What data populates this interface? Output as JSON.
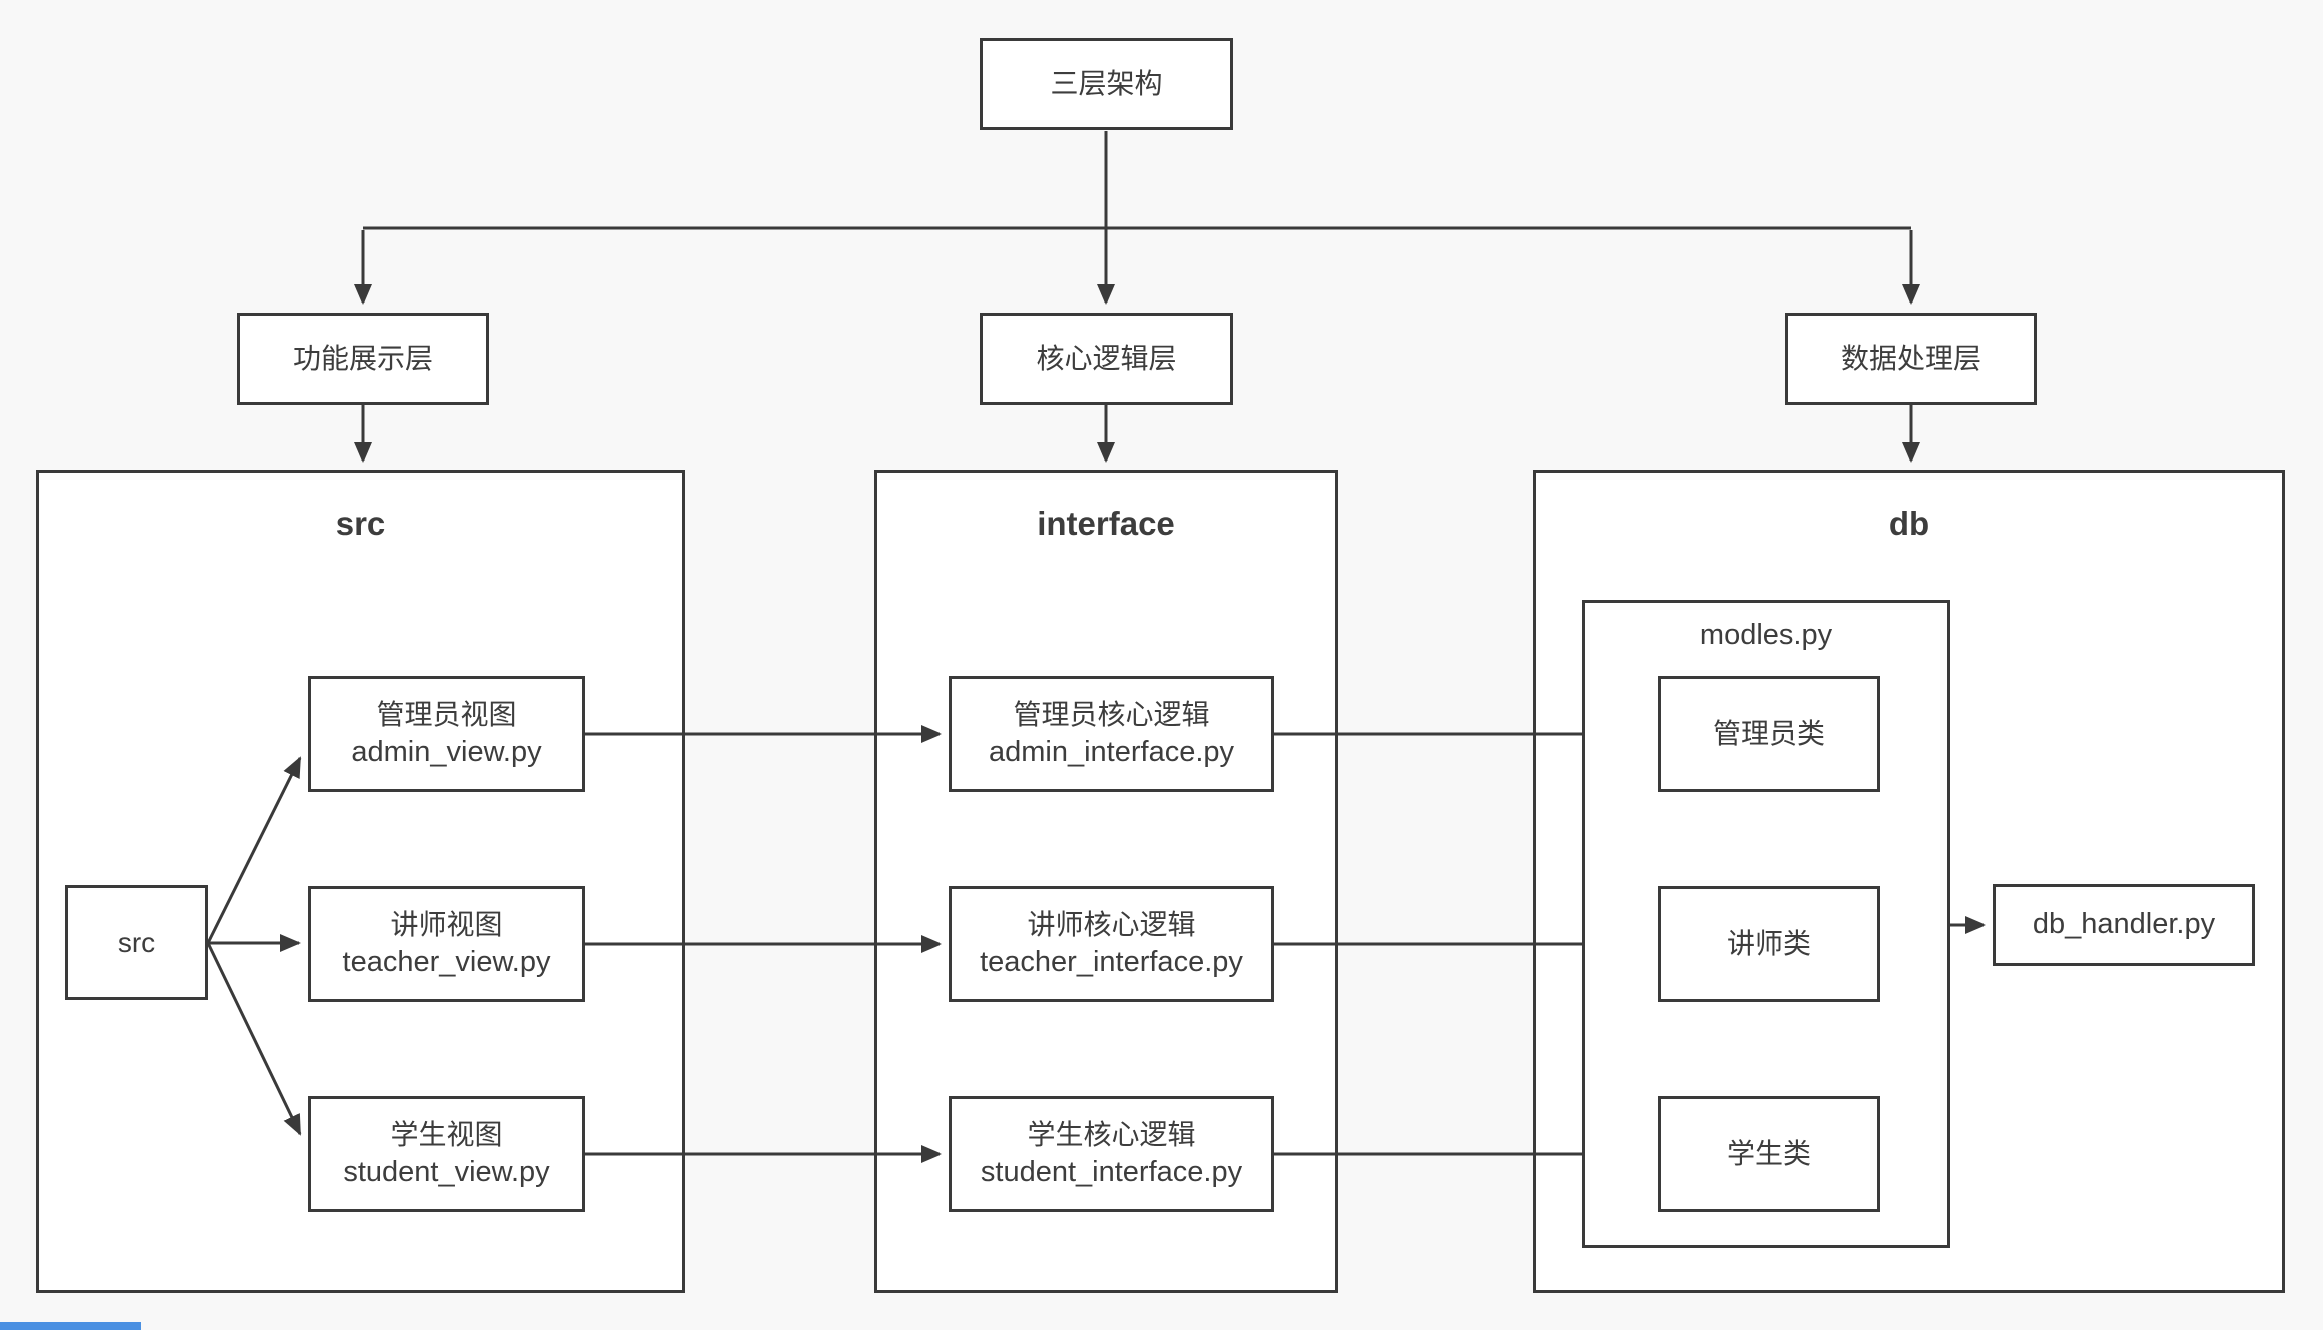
{
  "page": {
    "background": "#f8f8f8",
    "box_fill": "#ffffff",
    "line_color": "#3a3a3a",
    "text_color": "#3d3d3d",
    "accent_blue": "#4a90e2"
  },
  "root": {
    "label": "三层架构"
  },
  "layers": [
    {
      "label": "功能展示层"
    },
    {
      "label": "核心逻辑层"
    },
    {
      "label": "数据处理层"
    }
  ],
  "groups": {
    "src": {
      "title": "src",
      "entry": {
        "label": "src"
      },
      "items": [
        {
          "line1": "管理员视图",
          "line2": "admin_view.py"
        },
        {
          "line1": "讲师视图",
          "line2": "teacher_view.py"
        },
        {
          "line1": "学生视图",
          "line2": "student_view.py"
        }
      ]
    },
    "interface": {
      "title": "interface",
      "items": [
        {
          "line1": "管理员核心逻辑",
          "line2": "admin_interface.py"
        },
        {
          "line1": "讲师核心逻辑",
          "line2": "teacher_interface.py"
        },
        {
          "line1": "学生核心逻辑",
          "line2": "student_interface.py"
        }
      ]
    },
    "db": {
      "title": "db",
      "modules": {
        "title": "modles.py",
        "items": [
          {
            "label": "管理员类"
          },
          {
            "label": "讲师类"
          },
          {
            "label": "学生类"
          }
        ]
      },
      "handler": {
        "label": "db_handler.py"
      }
    }
  }
}
